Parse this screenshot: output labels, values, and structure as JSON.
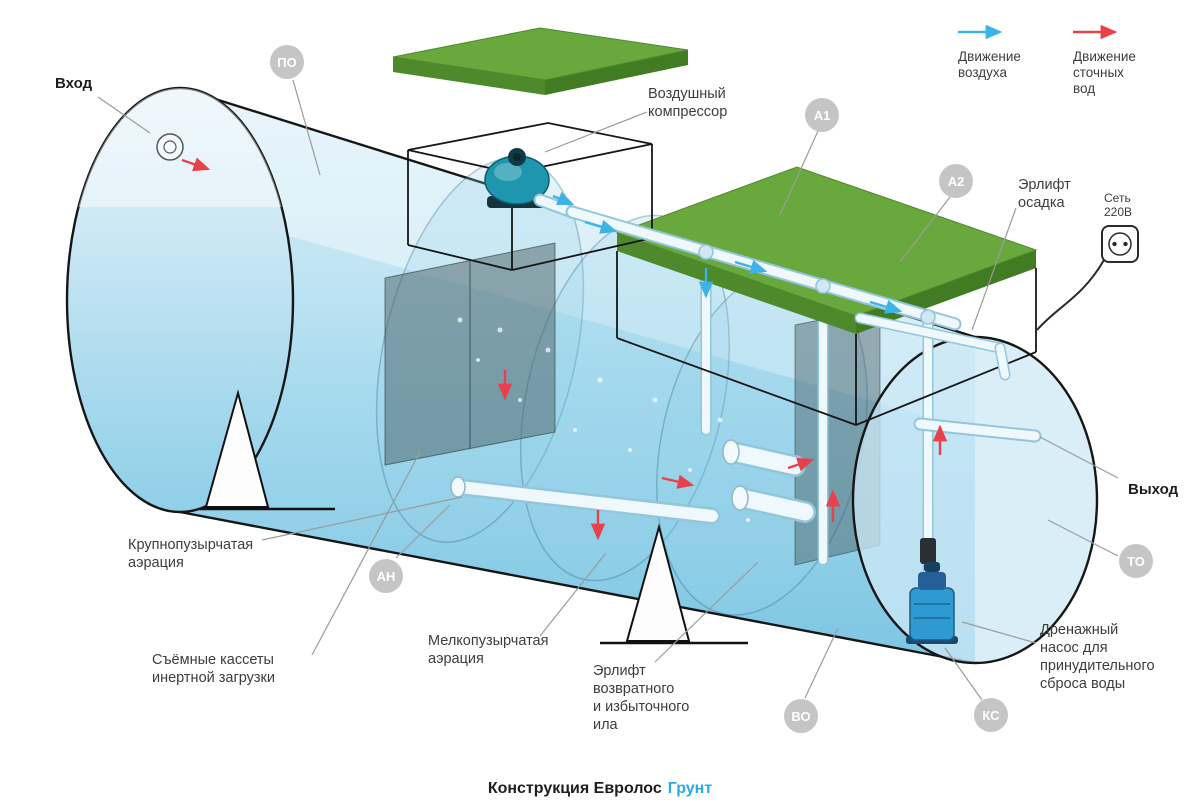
{
  "meta": {
    "title_prefix": "Конструкция Евролос",
    "title_brand": "Грунт"
  },
  "legend": {
    "air_label_lines": [
      "Движение",
      "воздуха"
    ],
    "waste_label_lines": [
      "Движение",
      "сточных",
      "вод"
    ]
  },
  "badges": {
    "po": "ПО",
    "a1": "А1",
    "a2": "А2",
    "an": "АН",
    "vo": "ВО",
    "ks": "КС",
    "to": "ТО"
  },
  "labels": {
    "inlet": "Вход",
    "outlet": "Выход",
    "compressor_lines": [
      "Воздушный",
      "компрессор"
    ],
    "sludge_airlift_lines": [
      "Эрлифт",
      "осадка"
    ],
    "power_lines": [
      "Сеть",
      "220В"
    ],
    "coarse_aeration_lines": [
      "Крупнопузырчатая",
      "аэрация"
    ],
    "cassettes_lines": [
      "Съёмные кассеты",
      "инертной загрузки"
    ],
    "fine_aeration_lines": [
      "Мелкопузырчатая",
      "аэрация"
    ],
    "return_sludge_lines": [
      "Эрлифт",
      "возвратного",
      "и избыточного",
      "ила"
    ],
    "drain_pump_lines": [
      "Дренажный",
      "насос для",
      "принудительного",
      "сброса воды"
    ]
  },
  "colors": {
    "air_arrow": "#3bb3e6",
    "waste_arrow": "#e8414b",
    "lid_green": "#69a83d",
    "brand_blue": "#29abe2"
  }
}
